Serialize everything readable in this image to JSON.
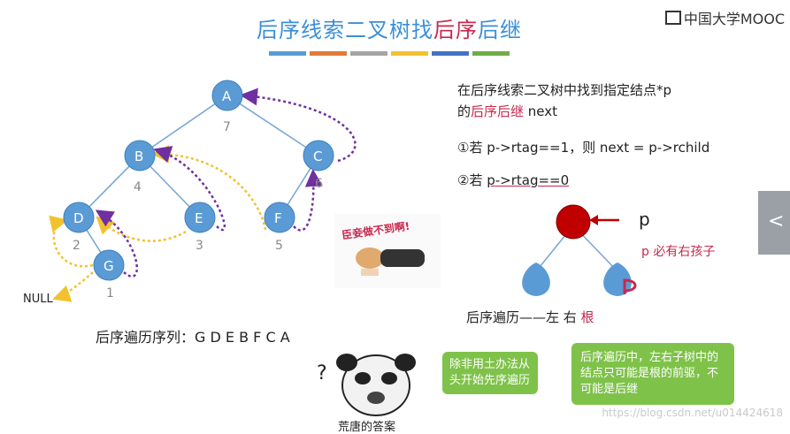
{
  "header": {
    "title_prefix": "后序线索二叉树找",
    "title_highlight": "后序",
    "title_suffix": "后继",
    "brand": "中国大学MOOC"
  },
  "stripes": [
    "#5b9bd5",
    "#e07b39",
    "#a5a5a5",
    "#f2c12e",
    "#4472c4",
    "#70ad47"
  ],
  "tree": {
    "nodes": [
      {
        "id": "A",
        "index": "7"
      },
      {
        "id": "B",
        "index": "4"
      },
      {
        "id": "C",
        "index": "6"
      },
      {
        "id": "D",
        "index": "2"
      },
      {
        "id": "E",
        "index": "3"
      },
      {
        "id": "F",
        "index": "5"
      },
      {
        "id": "G",
        "index": "1"
      }
    ],
    "null_label": "NULL",
    "node_color": "#5b9bd5",
    "pred_thread_color": "#f2c12e",
    "succ_thread_color": "#7030a0"
  },
  "post_sequence": "后序遍历序列：G D E B F C A",
  "right": {
    "line1": "在后序线索二叉树中找到指定结点*p",
    "line2_prefix": "的",
    "line2_pink": "后序后继",
    "line2_suffix": " next",
    "case1": "①若 p->rtag==1，则 next = p->rchild",
    "case2_prefix": "②若 ",
    "case2_ul": "p->rtag==0",
    "p_label": "p",
    "must_right": "p 必有右孩子",
    "sub_p": "P",
    "trav_prefix": "后序遍历——左   右  ",
    "trav_root": "根"
  },
  "bubbles": {
    "left": "除非用土办法从头开始先序遍历",
    "right": "后序遍历中，左右子树中的结点只可能是根的前驱，不可能是后继"
  },
  "memes": {
    "sticker": "臣妾做不到啊!",
    "caption": "荒唐的答案",
    "question": "?"
  },
  "side_tab": "<",
  "watermark": "https://blog.csdn.net/u014424618"
}
